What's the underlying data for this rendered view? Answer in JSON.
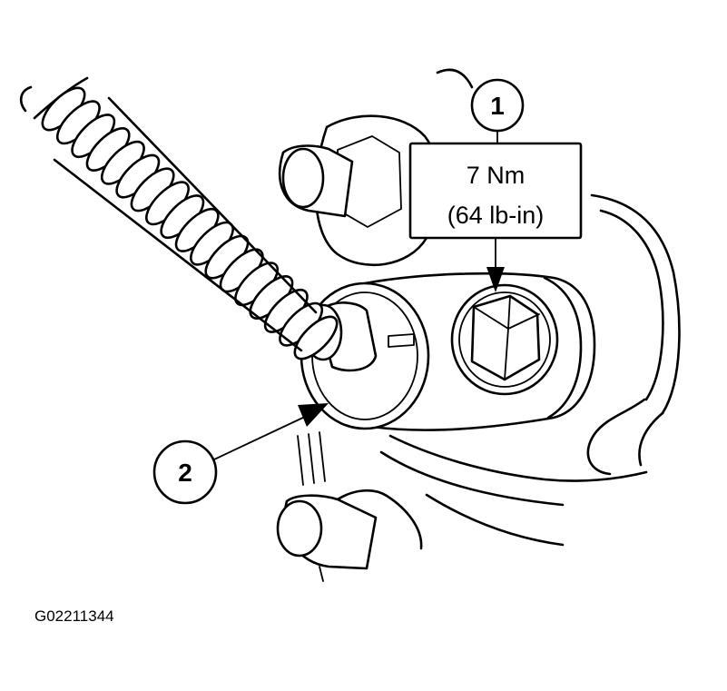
{
  "callouts": [
    {
      "number": "1"
    },
    {
      "number": "2"
    }
  ],
  "torque_spec": {
    "line1": "7 Nm",
    "line2": "(64 lb-in)"
  },
  "figure_id": "G02211344"
}
